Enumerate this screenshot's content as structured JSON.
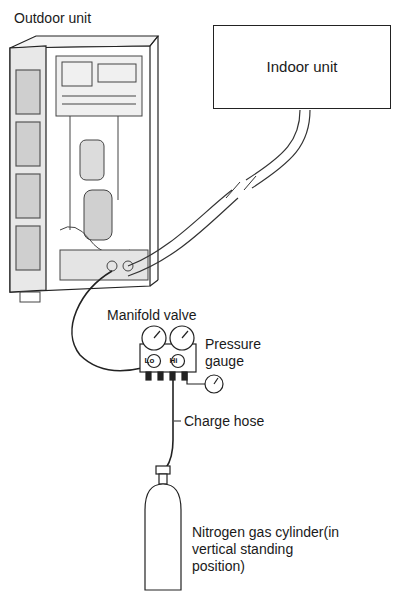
{
  "diagram": {
    "nodes": [
      {
        "text": [
          "Indoor unit"
        ]
      }
    ],
    "labels": [
      "Outdoor unit",
      "Manifold valve",
      "Lo",
      "Hi",
      "Pressure gauge",
      "Charge hose",
      "Nitrogen gas cylinder(in vertical standing position)"
    ]
  }
}
